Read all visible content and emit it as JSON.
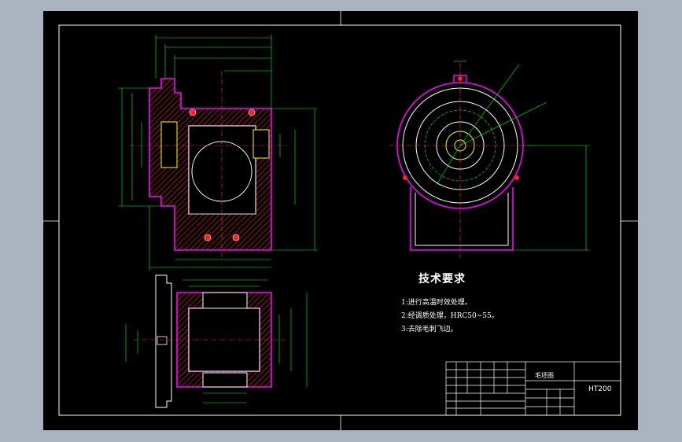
{
  "drawing": {
    "tech_requirements": {
      "title": "技术要求",
      "items": [
        "1:进行高温时效处理。",
        "2:经调质处理，HRC50~55。",
        "3:去除毛刺飞边。"
      ]
    },
    "title_block": {
      "part_name": "毛坯图",
      "material": "HT200"
    },
    "colors": {
      "background": "#000000",
      "outline": "#ffffff",
      "dimension": "#00ff00",
      "section_boundary": "#ff00ff",
      "hatch": "#ff2020",
      "border_bg": "#aab4c0"
    }
  }
}
